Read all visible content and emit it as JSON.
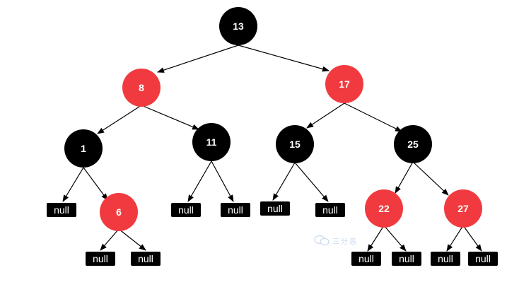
{
  "tree": {
    "nodes": [
      {
        "id": "n13",
        "label": "13",
        "color": "black"
      },
      {
        "id": "n8",
        "label": "8",
        "color": "red"
      },
      {
        "id": "n17",
        "label": "17",
        "color": "red"
      },
      {
        "id": "n1",
        "label": "1",
        "color": "black"
      },
      {
        "id": "n11",
        "label": "11",
        "color": "black"
      },
      {
        "id": "n15",
        "label": "15",
        "color": "black"
      },
      {
        "id": "n25",
        "label": "25",
        "color": "black"
      },
      {
        "id": "n6",
        "label": "6",
        "color": "red"
      },
      {
        "id": "n22",
        "label": "22",
        "color": "red"
      },
      {
        "id": "n27",
        "label": "27",
        "color": "red"
      }
    ],
    "null_label": "null",
    "colors": {
      "black": "#000000",
      "red": "#f13a3f"
    }
  },
  "watermark": {
    "text": "三分恶"
  }
}
